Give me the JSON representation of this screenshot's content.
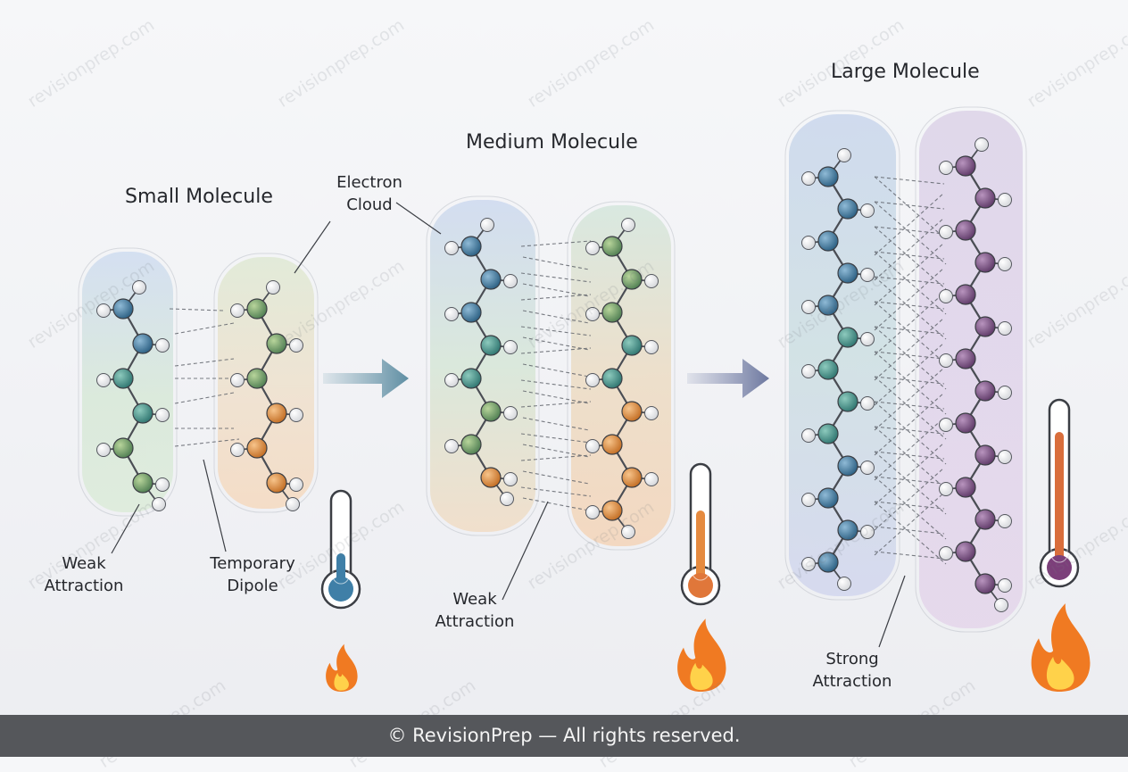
{
  "watermark": "revisionprep.com",
  "labels": {
    "small_title": "Small Molecule",
    "medium_title": "Medium Molecule",
    "large_title": "Large Molecule",
    "electron_cloud": [
      "Electron",
      "Cloud"
    ],
    "weak_attraction_small": [
      "Weak",
      "Attraction"
    ],
    "temporary_dipole": [
      "Temporary",
      "Dipole"
    ],
    "weak_attraction_medium": [
      "Weak",
      "Attraction"
    ],
    "strong_attraction": [
      "Strong",
      "Attraction"
    ]
  },
  "footer": "© RevisionPrep — All rights reserved.",
  "colors": {
    "carbon_blue": "#3a7296",
    "carbon_teal": "#3f8a86",
    "carbon_green": "#6e9a64",
    "carbon_orange": "#d98639",
    "carbon_purple": "#7a4f83",
    "arrow": "#6c8ea0",
    "flame_outer": "#f07a22",
    "flame_inner": "#ffd24a"
  },
  "icons": [
    "thermometer-icon",
    "flame-icon",
    "arrow-right-icon"
  ]
}
